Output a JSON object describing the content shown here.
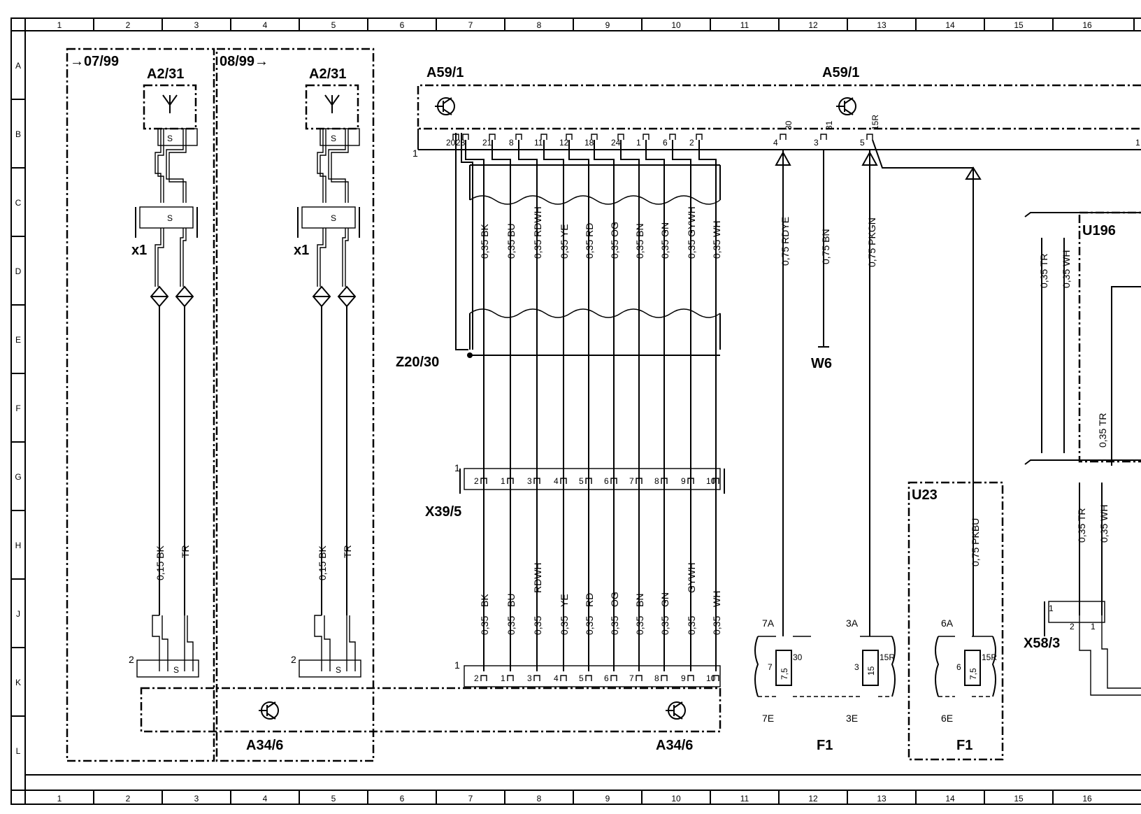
{
  "grid": {
    "columns": [
      "1",
      "2",
      "3",
      "4",
      "5",
      "6",
      "7",
      "8",
      "9",
      "10",
      "11",
      "12",
      "13",
      "14",
      "15",
      "16"
    ],
    "rows": [
      "A",
      "B",
      "C",
      "D",
      "E",
      "F",
      "G",
      "H",
      "J",
      "K",
      "L"
    ]
  },
  "blocks": {
    "left_variant_date": "→07/99",
    "right_variant_date": "08/99→"
  },
  "components": {
    "a2_31_left": "A2/31",
    "a2_31_right": "A2/31",
    "a59_1_left": "A59/1",
    "a59_1_right": "A59/1",
    "x1_left": "x1",
    "x1_right": "x1",
    "z20_30": "Z20/30",
    "w6": "W6",
    "x39_5": "X39/5",
    "u23": "U23",
    "u196": "U196",
    "x58_3": "X58/3",
    "a34_6_left": "A34/6",
    "a34_6_right": "A34/6",
    "f1_left": "F1",
    "f1_right": "F1"
  },
  "antenna_pins": {
    "s": "S"
  },
  "a59_connector": {
    "connector_number": "1",
    "pins": [
      "20",
      "23",
      "21",
      "8",
      "11",
      "12",
      "18",
      "24",
      "1",
      "6",
      "2"
    ],
    "right_pins": [
      "4",
      "3",
      "5"
    ],
    "terminals": [
      "30",
      "31",
      "15R"
    ],
    "far_right_pin": "1"
  },
  "bus_wires": [
    {
      "top": "0,35 BK",
      "bottom_size": "0,35",
      "bottom_color": "BK",
      "x39_pin": "2",
      "a34_pin": "2"
    },
    {
      "top": "0,35 BU",
      "bottom_size": "0,35",
      "bottom_color": "BU",
      "x39_pin": "1",
      "a34_pin": "1"
    },
    {
      "top": "0,35 RDWH",
      "bottom_size": "0,35",
      "bottom_color": "RDWH",
      "x39_pin": "3",
      "a34_pin": "3"
    },
    {
      "top": "0,35 YE",
      "bottom_size": "0,35",
      "bottom_color": "YE",
      "x39_pin": "4",
      "a34_pin": "4"
    },
    {
      "top": "0,35 RD",
      "bottom_size": "0,35",
      "bottom_color": "RD",
      "x39_pin": "5",
      "a34_pin": "5"
    },
    {
      "top": "0,35 OG",
      "bottom_size": "0,35",
      "bottom_color": "OG",
      "x39_pin": "6",
      "a34_pin": "6"
    },
    {
      "top": "0,35 BN",
      "bottom_size": "0,35",
      "bottom_color": "BN",
      "x39_pin": "7",
      "a34_pin": "7"
    },
    {
      "top": "0,35 GN",
      "bottom_size": "0,35",
      "bottom_color": "GN",
      "x39_pin": "8",
      "a34_pin": "8"
    },
    {
      "top": "0,35 GYWH",
      "bottom_size": "0,35",
      "bottom_color": "GYWH",
      "x39_pin": "9",
      "a34_pin": "9"
    },
    {
      "top": "0,35 WH",
      "bottom_size": "0,35",
      "bottom_color": "WH",
      "x39_pin": "10",
      "a34_pin": "10"
    }
  ],
  "x39_connector_number": "1",
  "a34_connector_number": "1",
  "antenna_wires": {
    "left_bk": "0,15 BK",
    "left_tr": "TR",
    "right_bk": "0,15 BK",
    "right_tr": "TR",
    "left_connector_pin": "2",
    "right_connector_pin": "2"
  },
  "power_wires": {
    "rdye": "0,75 RDYE",
    "bn": "0,75 BN",
    "pkgn": "0,75 PKGN",
    "pkbu": "0,75 PKBU"
  },
  "fuses": {
    "fuse7": {
      "top": "7A",
      "bottom": "7E",
      "index": "7",
      "rating": "7,5",
      "terminal": "30"
    },
    "fuse3": {
      "top": "3A",
      "bottom": "3E",
      "index": "3",
      "rating": "15",
      "terminal": "15R"
    },
    "fuse6": {
      "top": "6A",
      "bottom": "6E",
      "index": "6",
      "rating": "7,5",
      "terminal": "15R"
    }
  },
  "u196_wires": {
    "tr_upper": "0,35 TR",
    "wh_upper": "0,35 WH",
    "tr_inner": "0,35 TR",
    "tr_lower": "0,35 TR",
    "wh_lower": "0,35 WH"
  },
  "x58_pins": {
    "p1": "1",
    "p2": "2",
    "p1b": "1"
  }
}
